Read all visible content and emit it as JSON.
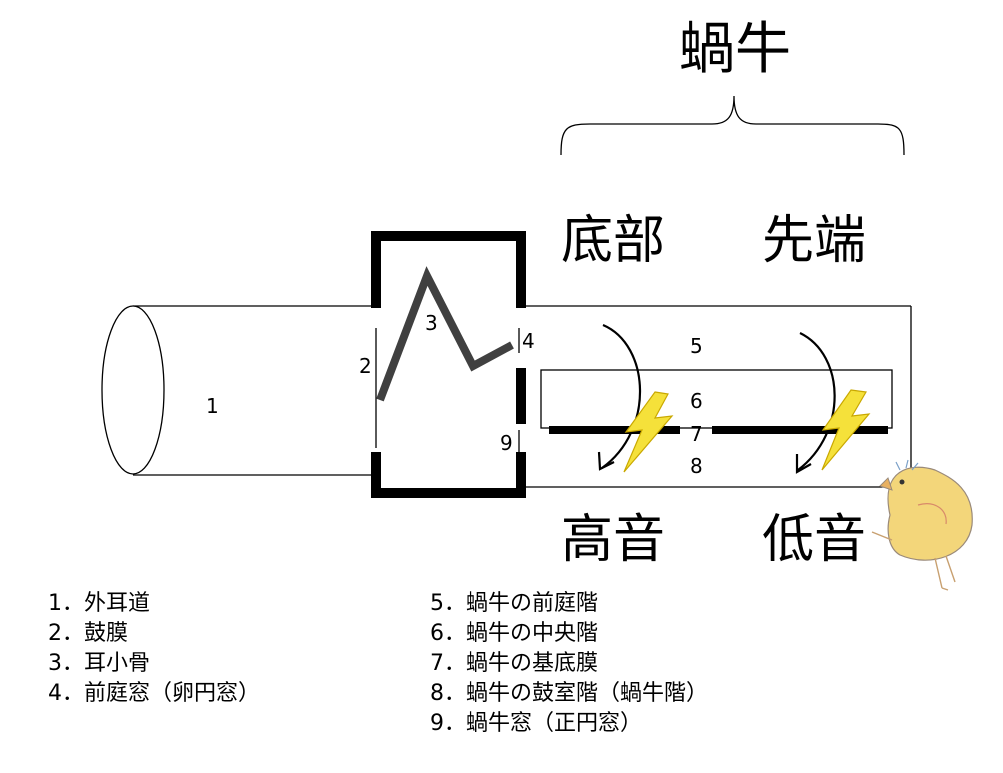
{
  "title": "蝸牛",
  "region_labels": {
    "base": "底部",
    "apex": "先端",
    "high": "高音",
    "low": "低音"
  },
  "markers": [
    "1",
    "2",
    "3",
    "4",
    "5",
    "6",
    "7",
    "8",
    "9"
  ],
  "legend_left": [
    "1．外耳道",
    "2．鼓膜",
    "3．耳小骨",
    "4．前庭窓（卵円窓）"
  ],
  "legend_right": [
    "5．蝸牛の前庭階",
    "6．蝸牛の中央階",
    "7．蝸牛の基底膜",
    "8．蝸牛の鼓室階（蝸牛階）",
    "9．蝸牛窓（正円窓）"
  ],
  "colors": {
    "line": "#000000",
    "ossicle": "#404040",
    "lightning_fill": "#f5e13a",
    "lightning_stroke": "#c9a800",
    "chick_body": "#f3d67a",
    "chick_outline": "#9a8a7a"
  }
}
